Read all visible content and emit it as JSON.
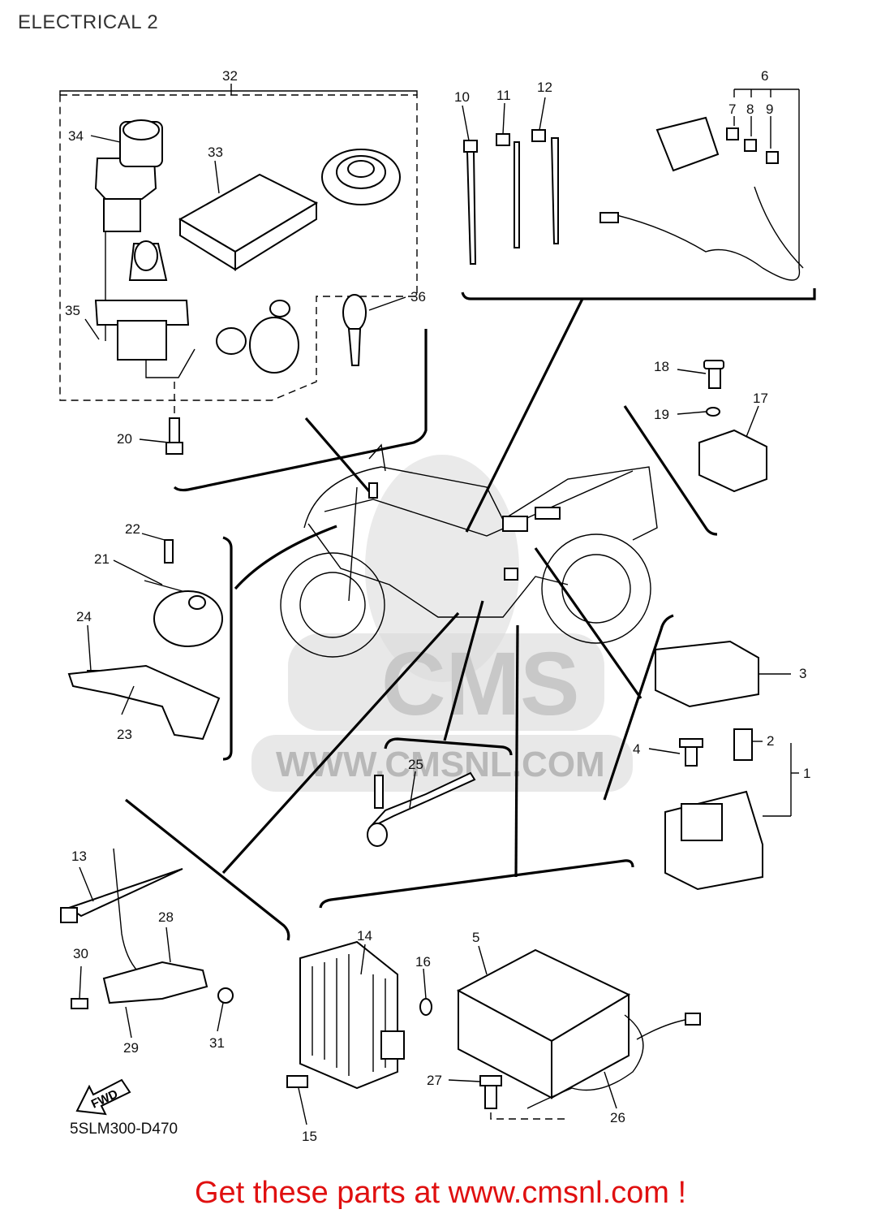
{
  "title": "ELECTRICAL 2",
  "diagram_code": "5SLM300-D470",
  "footer_text": "Get these parts at www.cmsnl.com !",
  "watermark": {
    "logo_text": "CMS",
    "url_text": "WWW.CMSNL.COM"
  },
  "fwd_label": "FWD",
  "callouts": [
    "1",
    "2",
    "3",
    "4",
    "5",
    "6",
    "7",
    "8",
    "9",
    "10",
    "11",
    "12",
    "13",
    "14",
    "15",
    "16",
    "17",
    "18",
    "19",
    "20",
    "21",
    "22",
    "23",
    "24",
    "25",
    "26",
    "27",
    "28",
    "29",
    "30",
    "31",
    "32",
    "33",
    "34",
    "35",
    "36"
  ],
  "colors": {
    "footer": "#e01010",
    "line": "#000000",
    "watermark": "#d8d8d8"
  }
}
